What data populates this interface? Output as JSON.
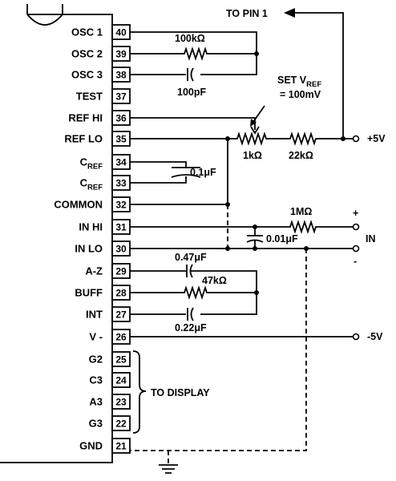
{
  "pins": [
    {
      "num": "40",
      "label": "OSC 1"
    },
    {
      "num": "39",
      "label": "OSC 2"
    },
    {
      "num": "38",
      "label": "OSC 3"
    },
    {
      "num": "37",
      "label": "TEST"
    },
    {
      "num": "36",
      "label": "REF HI"
    },
    {
      "num": "35",
      "label": "REF LO"
    },
    {
      "num": "34",
      "label": "C",
      "sub": "REF"
    },
    {
      "num": "33",
      "label": "C",
      "sub": "REF"
    },
    {
      "num": "32",
      "label": "COMMON"
    },
    {
      "num": "31",
      "label": "IN HI"
    },
    {
      "num": "30",
      "label": "IN LO"
    },
    {
      "num": "29",
      "label": "A-Z"
    },
    {
      "num": "28",
      "label": "BUFF"
    },
    {
      "num": "27",
      "label": "INT"
    },
    {
      "num": "26",
      "label": "V -"
    },
    {
      "num": "25",
      "label": "G2"
    },
    {
      "num": "24",
      "label": "C3"
    },
    {
      "num": "23",
      "label": "A3"
    },
    {
      "num": "22",
      "label": "G3"
    },
    {
      "num": "21",
      "label": "GND"
    }
  ],
  "components": {
    "r_osc": "100kΩ",
    "c_osc": "100pF",
    "c_ref": "0.1μF",
    "pot": "1kΩ",
    "r_ref": "22kΩ",
    "r_in": "1MΩ",
    "c_in": "0.01μF",
    "c_az": "0.47μF",
    "r_int": "47kΩ",
    "c_int": "0.22μF"
  },
  "labels": {
    "to_pin1": "TO PIN 1",
    "set_vref_main": "SET V",
    "set_vref_sub": "REF",
    "set_vref_value": "= 100mV",
    "plus5v": "+5V",
    "minus5v": "-5V",
    "in": "IN",
    "plus": "+",
    "minus": "-",
    "to_display": "TO DISPLAY"
  }
}
